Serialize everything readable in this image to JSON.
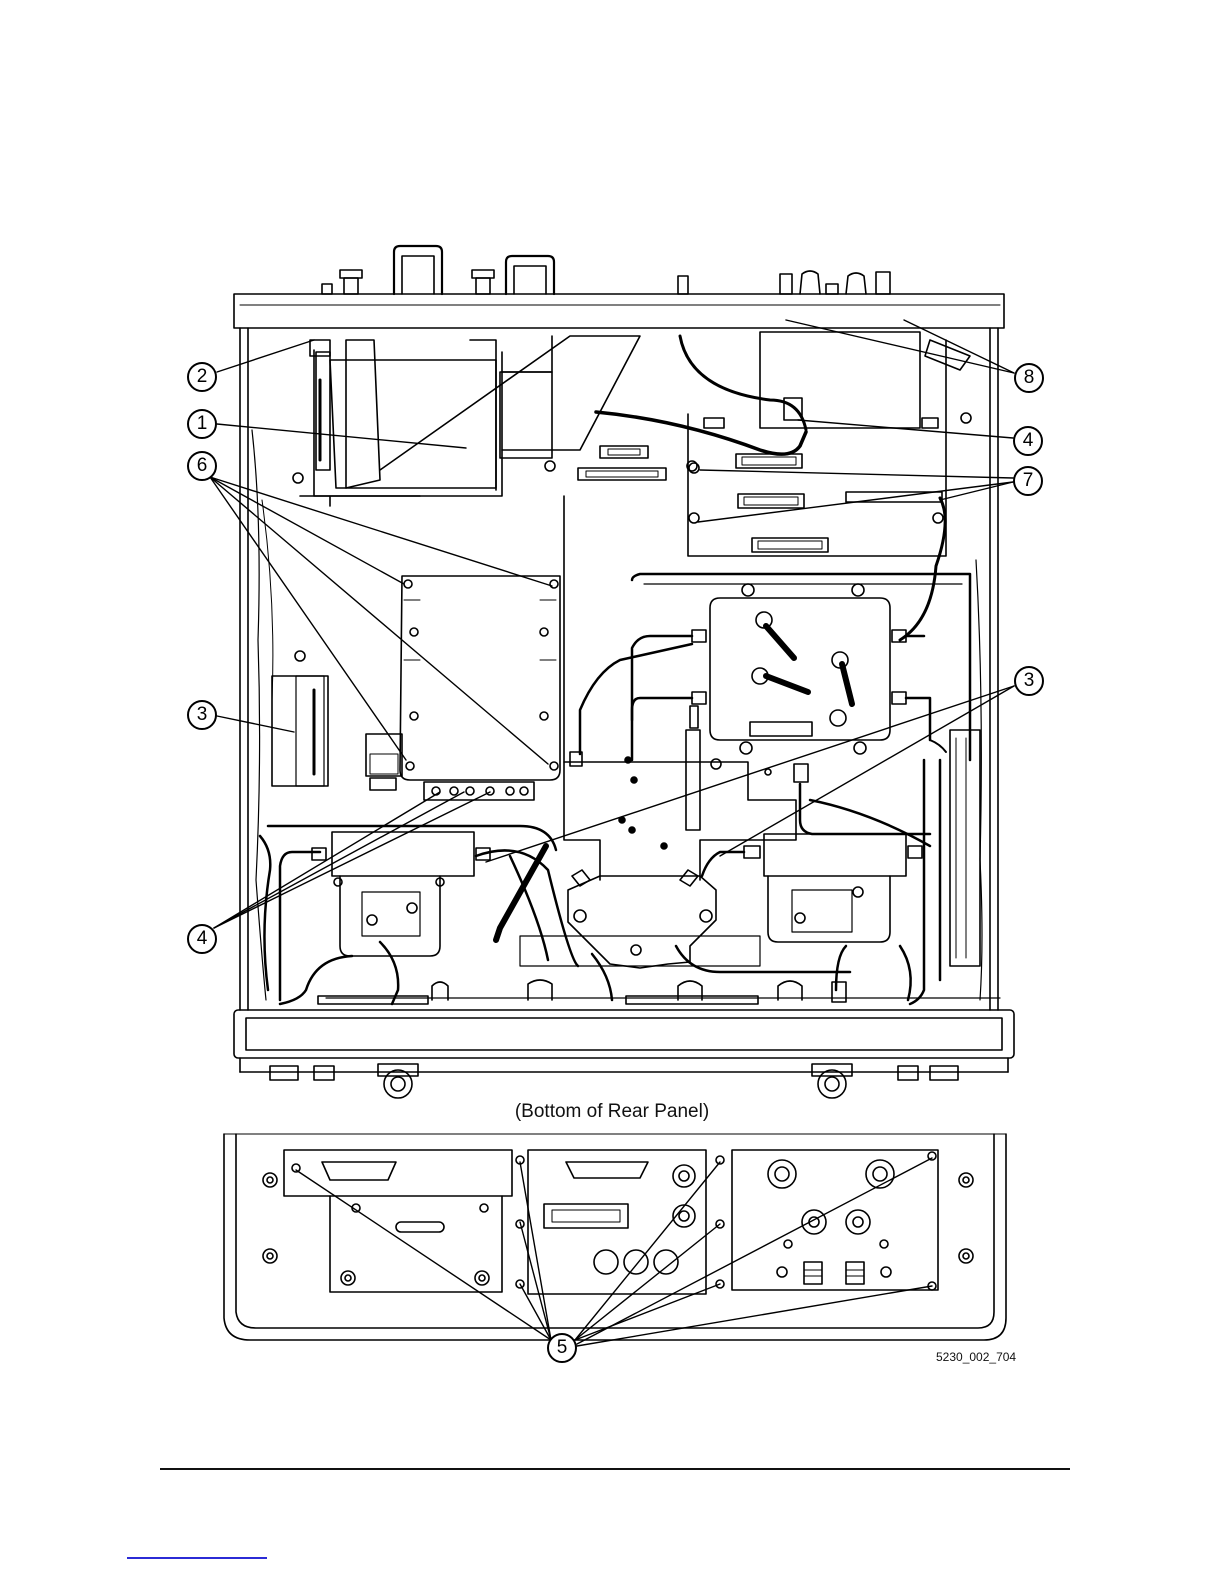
{
  "figure": {
    "rear_panel_caption": "(Bottom of Rear Panel)",
    "figure_id": "5230_002_704"
  },
  "callouts": [
    {
      "label": "2"
    },
    {
      "label": "1"
    },
    {
      "label": "6"
    },
    {
      "label": "3"
    },
    {
      "label": "4"
    },
    {
      "label": "8"
    },
    {
      "label": "4"
    },
    {
      "label": "7"
    },
    {
      "label": "3"
    },
    {
      "label": "5"
    }
  ],
  "colors": {
    "line": "#000000",
    "footer_link": "#2b2bd6"
  }
}
